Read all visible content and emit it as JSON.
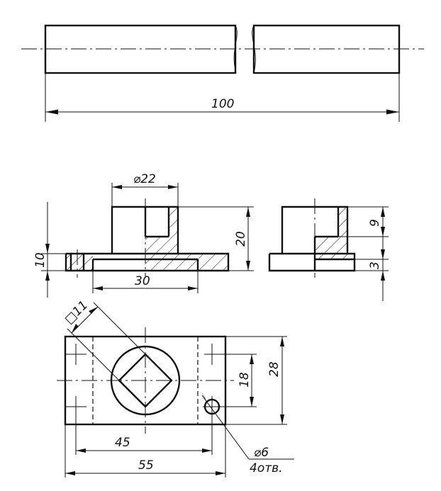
{
  "dimensions": {
    "length_total": "100",
    "diam_boss": "⌀22",
    "height_total": "20",
    "flange_thickness": "10",
    "boss_hole_depth": "9",
    "flange_step": "3",
    "flange_width": "30",
    "square_size": "□11",
    "width_total": "28",
    "hole_spacing_y": "18",
    "hole_spacing_x": "45",
    "length_base": "55",
    "hole_diam": "⌀6",
    "hole_count": "4отв."
  }
}
